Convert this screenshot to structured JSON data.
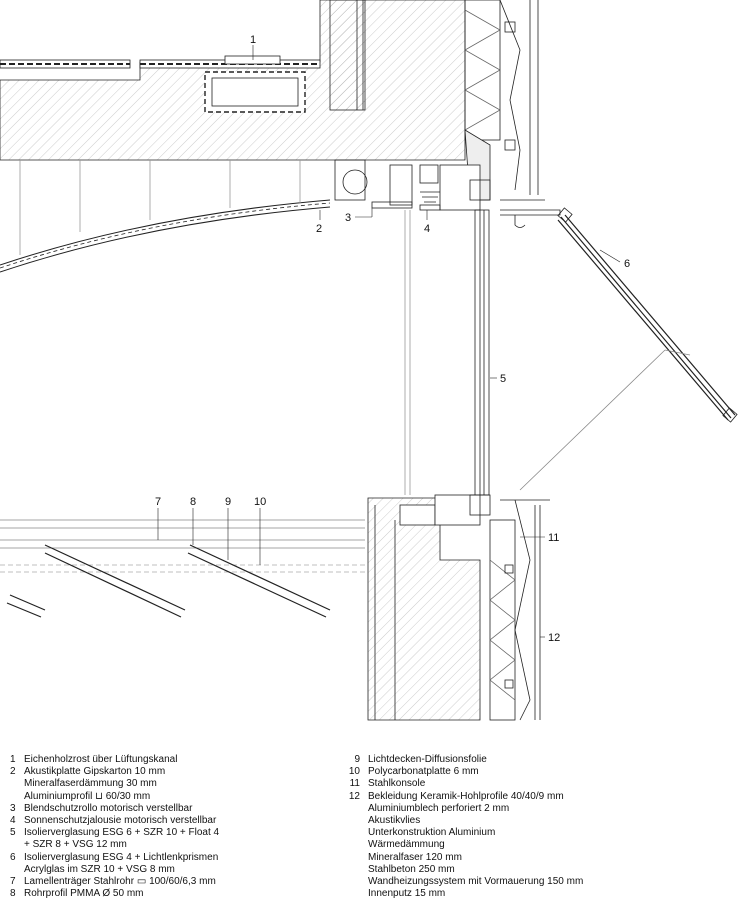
{
  "drawing": {
    "callouts": [
      "1",
      "2",
      "3",
      "4",
      "5",
      "6",
      "7",
      "8",
      "9",
      "10",
      "11",
      "12"
    ]
  },
  "legend": {
    "left": [
      {
        "num": "1",
        "lines": [
          "Eichenholzrost über Lüftungskanal"
        ]
      },
      {
        "num": "2",
        "lines": [
          "Akustikplatte Gipskarton 10 mm",
          "Mineralfaserdämmung 30 mm",
          "Aluminiumprofil ⊔ 60/30 mm"
        ]
      },
      {
        "num": "3",
        "lines": [
          "Blendschutzrollo motorisch verstellbar"
        ]
      },
      {
        "num": "4",
        "lines": [
          "Sonnenschutzjalousie motorisch verstellbar"
        ]
      },
      {
        "num": "5",
        "lines": [
          "Isolierverglasung ESG 6 + SZR 10 + Float 4",
          "+ SZR 8 + VSG 12 mm"
        ]
      },
      {
        "num": "6",
        "lines": [
          "Isolierverglasung ESG 4 + Lichtlenkprismen",
          "Acrylglas im SZR 10 + VSG 8 mm"
        ]
      },
      {
        "num": "7",
        "lines": [
          "Lamellenträger Stahlrohr ▭ 100/60/6,3 mm"
        ]
      },
      {
        "num": "8",
        "lines": [
          "Rohrprofil PMMA Ø 50 mm"
        ]
      }
    ],
    "right": [
      {
        "num": "9",
        "lines": [
          "Lichtdecken-Diffusionsfolie"
        ]
      },
      {
        "num": "10",
        "lines": [
          "Polycarbonatplatte 6 mm"
        ]
      },
      {
        "num": "11",
        "lines": [
          "Stahlkonsole"
        ]
      },
      {
        "num": "12",
        "lines": [
          "Bekleidung Keramik-Hohlprofile 40/40/9 mm",
          "Aluminiumblech perforiert 2 mm",
          "Akustikvlies",
          "Unterkonstruktion Aluminium",
          "Wärmedämmung",
          "Mineralfaser 120 mm",
          "Stahlbeton 250 mm",
          "Wandheizungssystem mit Vormauerung 150 mm",
          "Innenputz 15 mm"
        ]
      }
    ]
  }
}
